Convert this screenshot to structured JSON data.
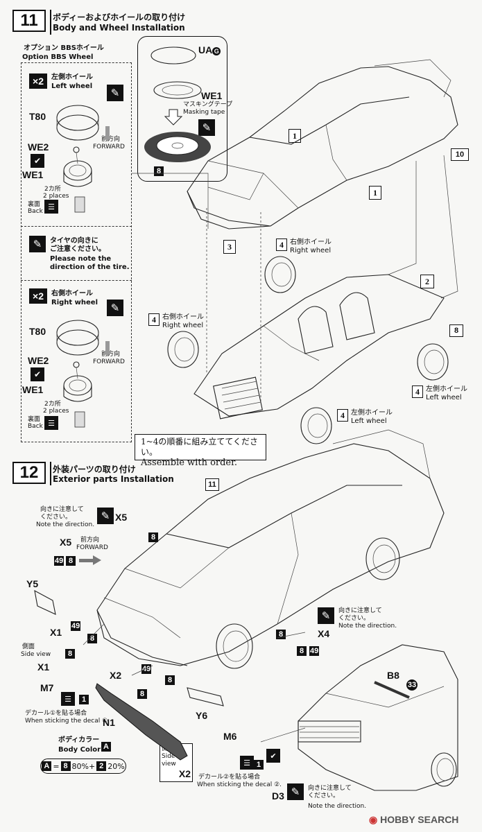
{
  "step11": {
    "number": "11",
    "title_jp": "ボディーおよびホイールの取り付け",
    "title_en": "Body and Wheel Installation",
    "option_jp": "オプション BBSホイール",
    "option_en": "Option BBS Wheel",
    "left_wheel": {
      "qty": "×2",
      "jp": "左側ホイール",
      "en": "Left wheel"
    },
    "right_wheel": {
      "qty": "×2",
      "jp": "右側ホイール",
      "en": "Right wheel"
    },
    "t80": "T80",
    "we2": "WE2",
    "we1": "WE1",
    "forward_jp": "前方向",
    "forward_en": "FORWARD",
    "two_places_jp": "2カ所",
    "two_places_en": "2 places",
    "back_jp": "裏面",
    "back_en": "Back",
    "tire_note_jp1": "タイヤの向きに",
    "tire_note_jp2": "ご注意ください。",
    "tire_note_en1": "Please note the",
    "tire_note_en2": "direction of the tire.",
    "uag": "UA",
    "uag_circle": "G",
    "we1_mask": "WE1",
    "mask_jp": "マスキングテープ",
    "mask_en": "Masking tape",
    "badge_8": "8",
    "badge_10": "10",
    "step_1": "1",
    "step_2": "2",
    "step_3": "3",
    "step_4": "4",
    "rw_jp": "右側ホイール",
    "rw_en": "Right wheel",
    "lw_jp": "左側ホイール",
    "lw_en": "Left wheel",
    "assemble_jp": "1~4の順番に組み立ててください。",
    "assemble_en": "Assemble with order."
  },
  "step12": {
    "number": "12",
    "title_jp": "外装パーツの取り付け",
    "title_en": "Exterior parts Installation",
    "part_11": "11",
    "note_dir_jp1": "向きに注意して",
    "note_dir_jp2": "ください。",
    "note_dir_en": "Note the direction.",
    "x5": "X5",
    "x5_forward_jp": "前方向",
    "x5_forward_en": "FORWARD",
    "n49": "49",
    "n8": "8",
    "n33": "33",
    "n1": "1",
    "y5": "Y5",
    "y6": "Y6",
    "x1": "X1",
    "x2": "X2",
    "x4": "X4",
    "m7": "M7",
    "m6": "M6",
    "n1_part": "N1",
    "b8": "B8",
    "d3": "D3",
    "side_view_jp": "側面",
    "side_view_en": "Side view",
    "decal1_jp": "デカール①を貼る場合",
    "decal1_en": "When sticking the decal ①.",
    "decal2_jp": "デカール②を貼る場合",
    "decal2_en": "When sticking the decal ②.",
    "body_color_jp": "ボディカラー",
    "body_color_en": "Body Color",
    "body_color_code": "A",
    "mix_a": "A",
    "mix_eq": "=",
    "mix_8": "8",
    "mix_80": "80%+",
    "mix_2": "2",
    "mix_20": "20%"
  },
  "watermark": "HOBBY SEARCH"
}
